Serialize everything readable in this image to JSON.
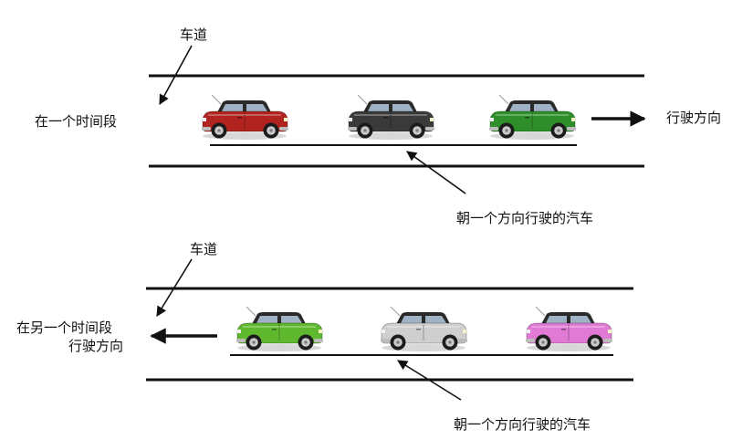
{
  "top_section": {
    "lane_label": "车道",
    "time_label": "在一个时间段",
    "direction_label": "行驶方向",
    "cars_label": "朝一个方向行驶的汽车",
    "cars": [
      {
        "name": "red-car",
        "color": "#b0231f"
      },
      {
        "name": "black-car",
        "color": "#3a3a3a"
      },
      {
        "name": "green-car",
        "color": "#2e8f2a"
      }
    ]
  },
  "bottom_section": {
    "lane_label": "车道",
    "time_label": "在另一个时间段",
    "direction_label": "行驶方向",
    "cars_label": "朝一个方向行驶的汽车",
    "cars": [
      {
        "name": "lime-car",
        "color": "#5fb82d"
      },
      {
        "name": "silver-car",
        "color": "#cfcfcf"
      },
      {
        "name": "pink-car",
        "color": "#e07ad4"
      }
    ]
  }
}
